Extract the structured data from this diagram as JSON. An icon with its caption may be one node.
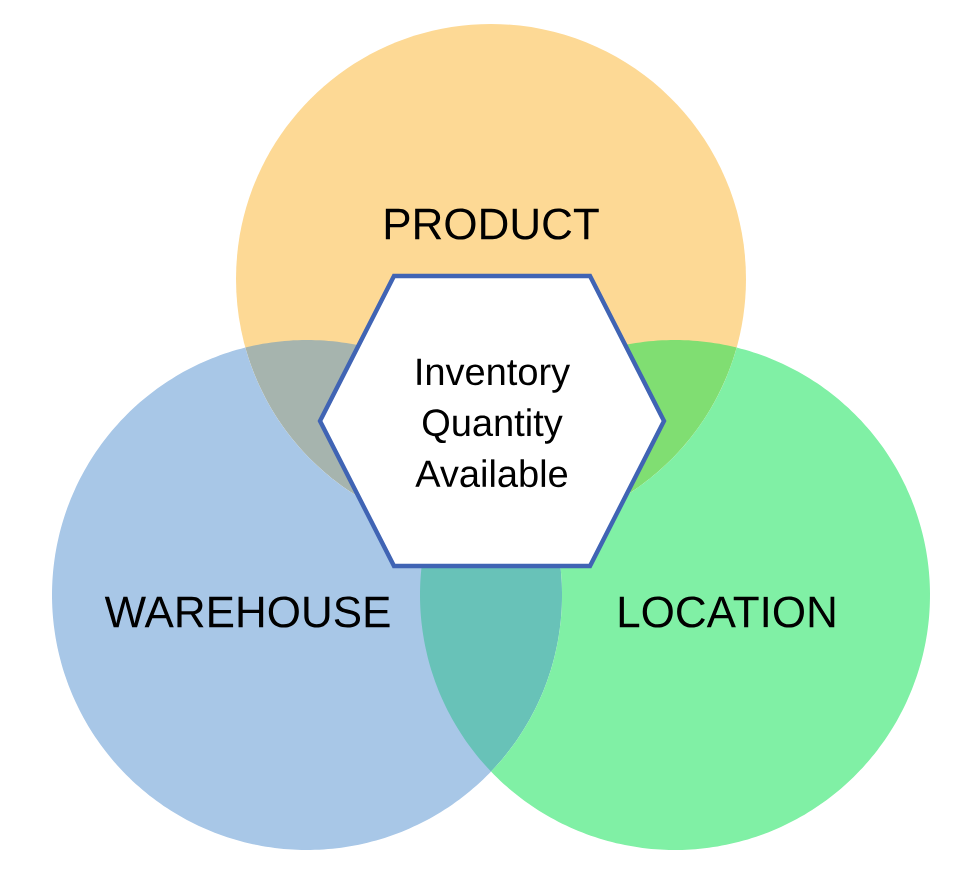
{
  "diagram": {
    "nodes": [
      {
        "text": [
          "PRODUCT"
        ]
      },
      {
        "text": [
          "Inventory Quantity Available"
        ]
      },
      {
        "text": [
          "WAREHOUSE"
        ]
      },
      {
        "text": [
          "LOCATION"
        ]
      }
    ]
  }
}
